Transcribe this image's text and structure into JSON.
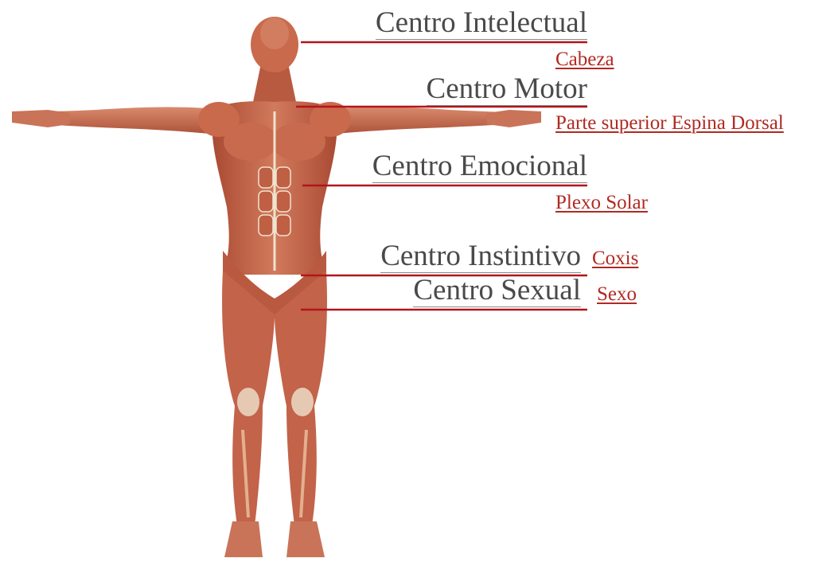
{
  "colors": {
    "leader_line": "#b3141b",
    "center_text": "#4a4a4a",
    "location_text": "#b02a22",
    "muscle_base": "#c8664a",
    "muscle_light": "#e3a58a",
    "muscle_dark": "#9c3f2c",
    "tendon": "#efe3cf"
  },
  "centers": [
    {
      "name": "Centro Intelectual",
      "location": "Cabeza"
    },
    {
      "name": "Centro Motor",
      "location": "Parte superior Espina Dorsal"
    },
    {
      "name": "Centro Emocional",
      "location": "Plexo Solar"
    },
    {
      "name": "Centro Instintivo",
      "location": "Coxis"
    },
    {
      "name": "Centro Sexual",
      "location": "Sexo"
    }
  ]
}
